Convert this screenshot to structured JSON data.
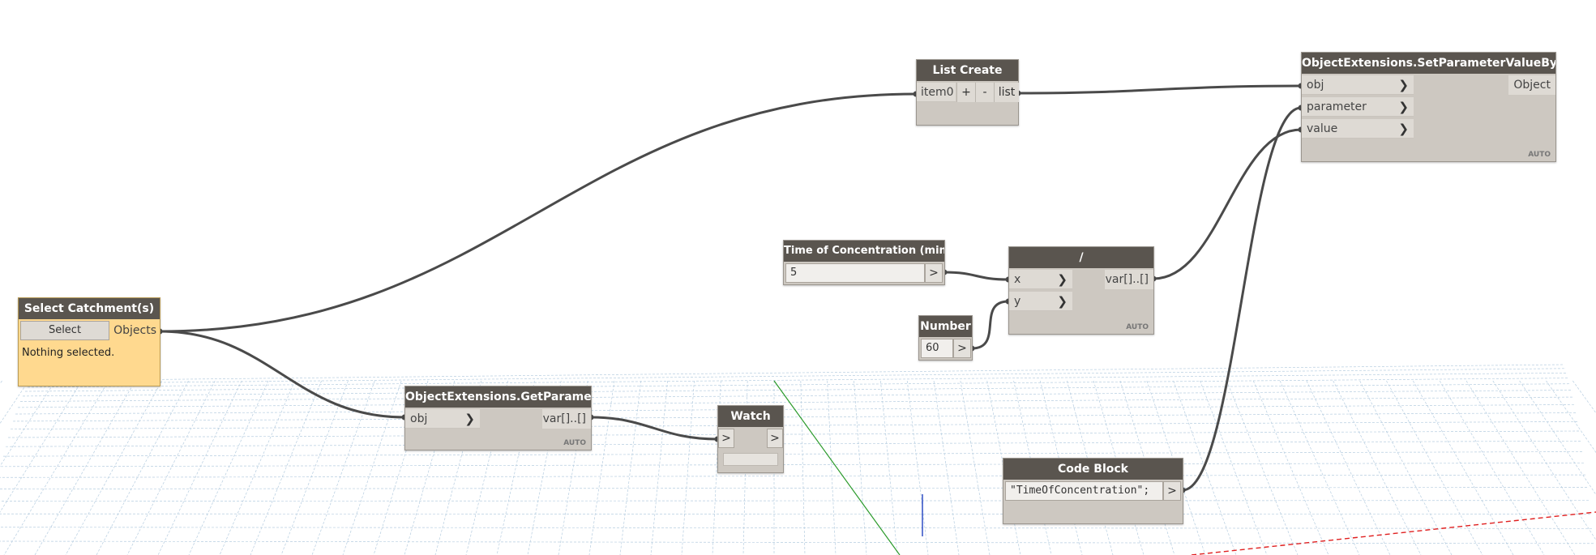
{
  "colors": {
    "node_header": "#5a554f",
    "node_body": "#cdc8c1",
    "selected_node_body": "#ffd98f",
    "wire": "#4a4a4a",
    "grid_line": "#b6cde0",
    "axis_green": "#2a9a2a",
    "axis_red": "#e02020",
    "axis_blue": "#2040c0"
  },
  "nodes": {
    "list_create": {
      "title": "List Create",
      "inputs": [
        "item0"
      ],
      "add_label": "+",
      "remove_label": "-",
      "output": "list"
    },
    "set_param": {
      "title": "ObjectExtensions.SetParameterValueByName",
      "inputs": [
        "obj",
        "parameter",
        "value"
      ],
      "output": "Object",
      "lacing": "AUTO"
    },
    "time_of_conc": {
      "title": "Time of Concentration (min)",
      "value": "5",
      "output_arrow": ">"
    },
    "divide": {
      "title": "/",
      "inputs": [
        "x",
        "y"
      ],
      "output": "var[]..[]",
      "lacing": "AUTO"
    },
    "number": {
      "title": "Number",
      "value": "60",
      "output_arrow": ">"
    },
    "select_catchment": {
      "title": "Select Catchment(s)",
      "button": "Select",
      "output": "Objects",
      "status": "Nothing selected."
    },
    "get_params": {
      "title": "ObjectExtensions.GetParameters",
      "inputs": [
        "obj"
      ],
      "output": "var[]..[]",
      "lacing": "AUTO"
    },
    "watch": {
      "title": "Watch",
      "in_arrow": ">",
      "out_arrow": ">"
    },
    "code_block": {
      "title": "Code Block",
      "code": "\"TimeOfConcentration\";",
      "output_arrow": ">"
    }
  }
}
